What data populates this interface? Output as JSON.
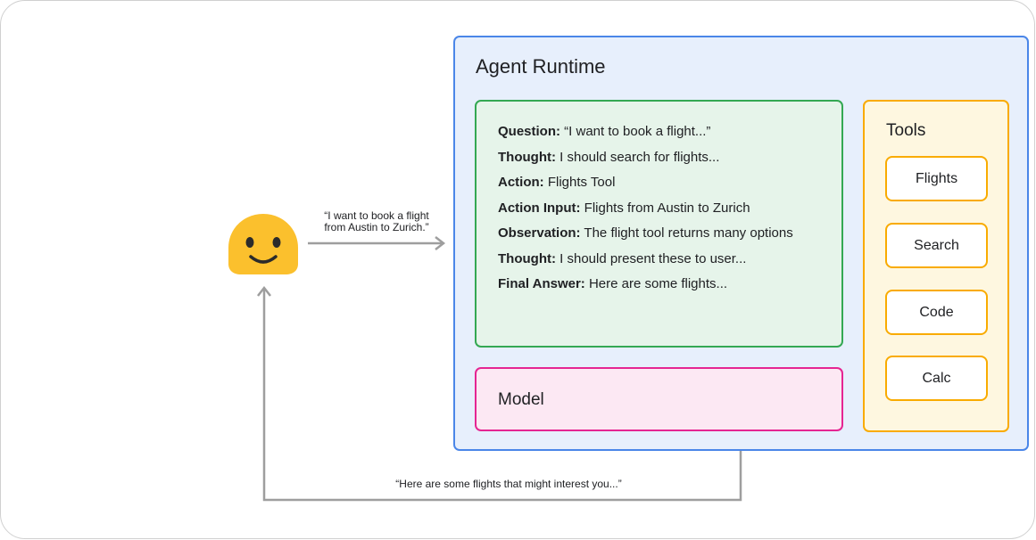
{
  "user": {
    "icon": "smiley-face-icon",
    "request_lines": [
      "“I want to book a flight",
      "from Austin to Zurich.”"
    ]
  },
  "reply": "“Here are some flights that might interest you...”",
  "runtime": {
    "title": "Agent Runtime",
    "trace": [
      {
        "key": "Question:",
        "value": " “I want to book a flight...”"
      },
      {
        "key": "Thought:",
        "value": " I should search for flights..."
      },
      {
        "key": "Action:",
        "value": " Flights Tool"
      },
      {
        "key": "Action Input:",
        "value": " Flights from Austin to Zurich"
      },
      {
        "key": "Observation:",
        "value": " The flight tool returns many options"
      },
      {
        "key": "Thought:",
        "value": " I should present these to user..."
      },
      {
        "key": "Final Answer:",
        "value": " Here are some flights..."
      }
    ],
    "model_label": "Model",
    "tools": {
      "title": "Tools",
      "items": [
        "Flights",
        "Search",
        "Code",
        "Calc"
      ]
    }
  },
  "colors": {
    "runtime_fill": "#e7effc",
    "runtime_border": "#4a86e8",
    "trace_fill": "#e6f4ea",
    "trace_border": "#34a853",
    "model_fill": "#fce8f3",
    "model_border": "#e52592",
    "tools_fill": "#fef7e0",
    "tools_border": "#f9ab00",
    "face": "#fbc02d",
    "arrow": "#9e9e9e"
  }
}
